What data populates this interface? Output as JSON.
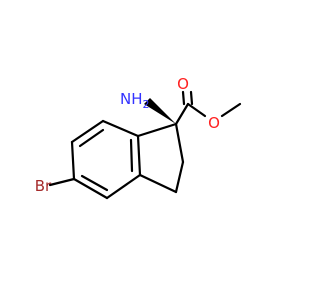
{
  "molecule": {
    "atoms": {
      "amine": {
        "text": "NH",
        "subscript": "2",
        "color": "#3333ff"
      },
      "carbonyl_oxygen": {
        "text": "O",
        "color": "#ff2020"
      },
      "ester_oxygen": {
        "text": "O",
        "color": "#ff2020"
      },
      "bromine": {
        "text": "Br",
        "color": "#a52a2a"
      }
    },
    "bond_color": "#000000",
    "stereo_wedge_color": "#000000"
  }
}
